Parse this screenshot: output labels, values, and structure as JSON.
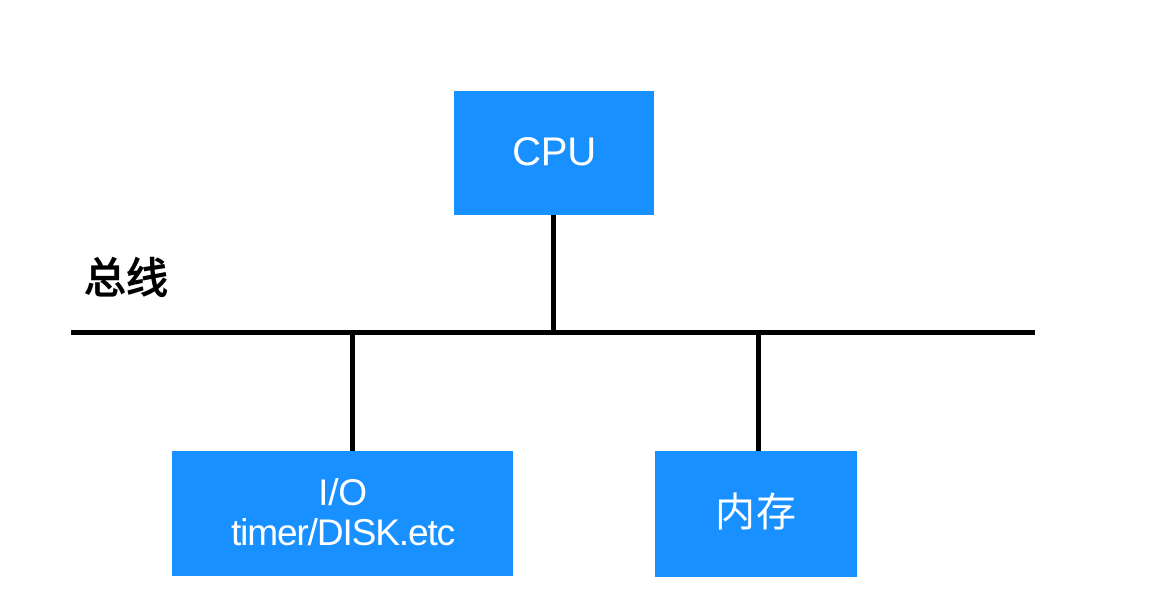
{
  "diagram": {
    "title": "CPU / Bus / I/O / Memory architecture diagram",
    "background_color": "#ffffff",
    "bus": {
      "label": "总线",
      "label_color": "#000000",
      "line_color": "#000000"
    },
    "node_fill_color": "#1890ff",
    "node_text_color": "#ffffff",
    "nodes": [
      {
        "id": "cpu",
        "lines": [
          "CPU"
        ]
      },
      {
        "id": "io",
        "lines": [
          "I/O",
          "timer/DISK.etc"
        ]
      },
      {
        "id": "memory",
        "lines": [
          "内存"
        ]
      }
    ],
    "connectors": [
      {
        "id": "cpu-to-bus",
        "from": "cpu",
        "to": "bus"
      },
      {
        "id": "bus-to-io",
        "from": "bus",
        "to": "io"
      },
      {
        "id": "bus-to-memory",
        "from": "bus",
        "to": "memory"
      }
    ]
  }
}
